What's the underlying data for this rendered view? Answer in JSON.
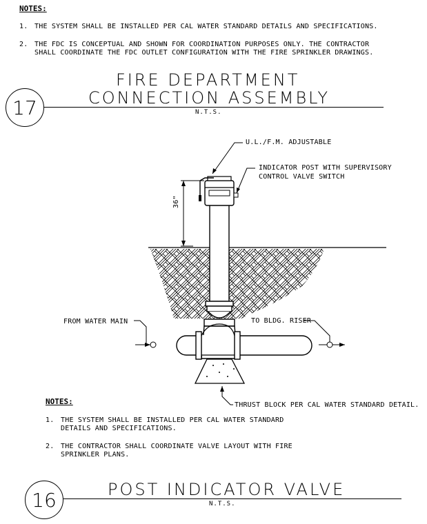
{
  "top_notes": {
    "header": "NOTES:",
    "items": [
      {
        "num": "1.",
        "lines": [
          "THE SYSTEM SHALL BE INSTALLED PER CAL WATER STANDARD DETAILS AND SPECIFICATIONS."
        ]
      },
      {
        "num": "2.",
        "lines": [
          "THE FDC IS CONCEPTUAL AND SHOWN FOR COORDINATION PURPOSES ONLY. THE CONTRACTOR",
          "SHALL COORDINATE THE FDC OUTLET CONFIGURATION WITH THE FIRE SPRINKLER DRAWINGS."
        ]
      }
    ]
  },
  "detail_17": {
    "number": "17",
    "title_lines": [
      "FIRE DEPARTMENT",
      "CONNECTION ASSEMBLY"
    ],
    "scale": "N.T.S."
  },
  "drawing": {
    "labels": {
      "adjustable": "U.L./F.M. ADJUSTABLE",
      "indicator_1": "INDICATOR POST WITH SUPERVISORY",
      "indicator_2": "CONTROL VALVE SWITCH",
      "dimension": "36\"",
      "from_main": "FROM WATER MAIN",
      "to_riser": "TO BLDG. RISER",
      "thrust": "THRUST BLOCK PER CAL WATER STANDARD DETAIL."
    }
  },
  "bottom_notes": {
    "header": "NOTES:",
    "items": [
      {
        "num": "1.",
        "lines": [
          "THE SYSTEM SHALL BE INSTALLED PER CAL WATER STANDARD",
          "DETAILS AND SPECIFICATIONS."
        ]
      },
      {
        "num": "2.",
        "lines": [
          "THE CONTRACTOR SHALL COORDINATE VALVE LAYOUT WITH FIRE",
          "SPRINKLER PLANS."
        ]
      }
    ]
  },
  "detail_16": {
    "number": "16",
    "title": "POST INDICATOR VALVE",
    "scale": "N.T.S."
  }
}
